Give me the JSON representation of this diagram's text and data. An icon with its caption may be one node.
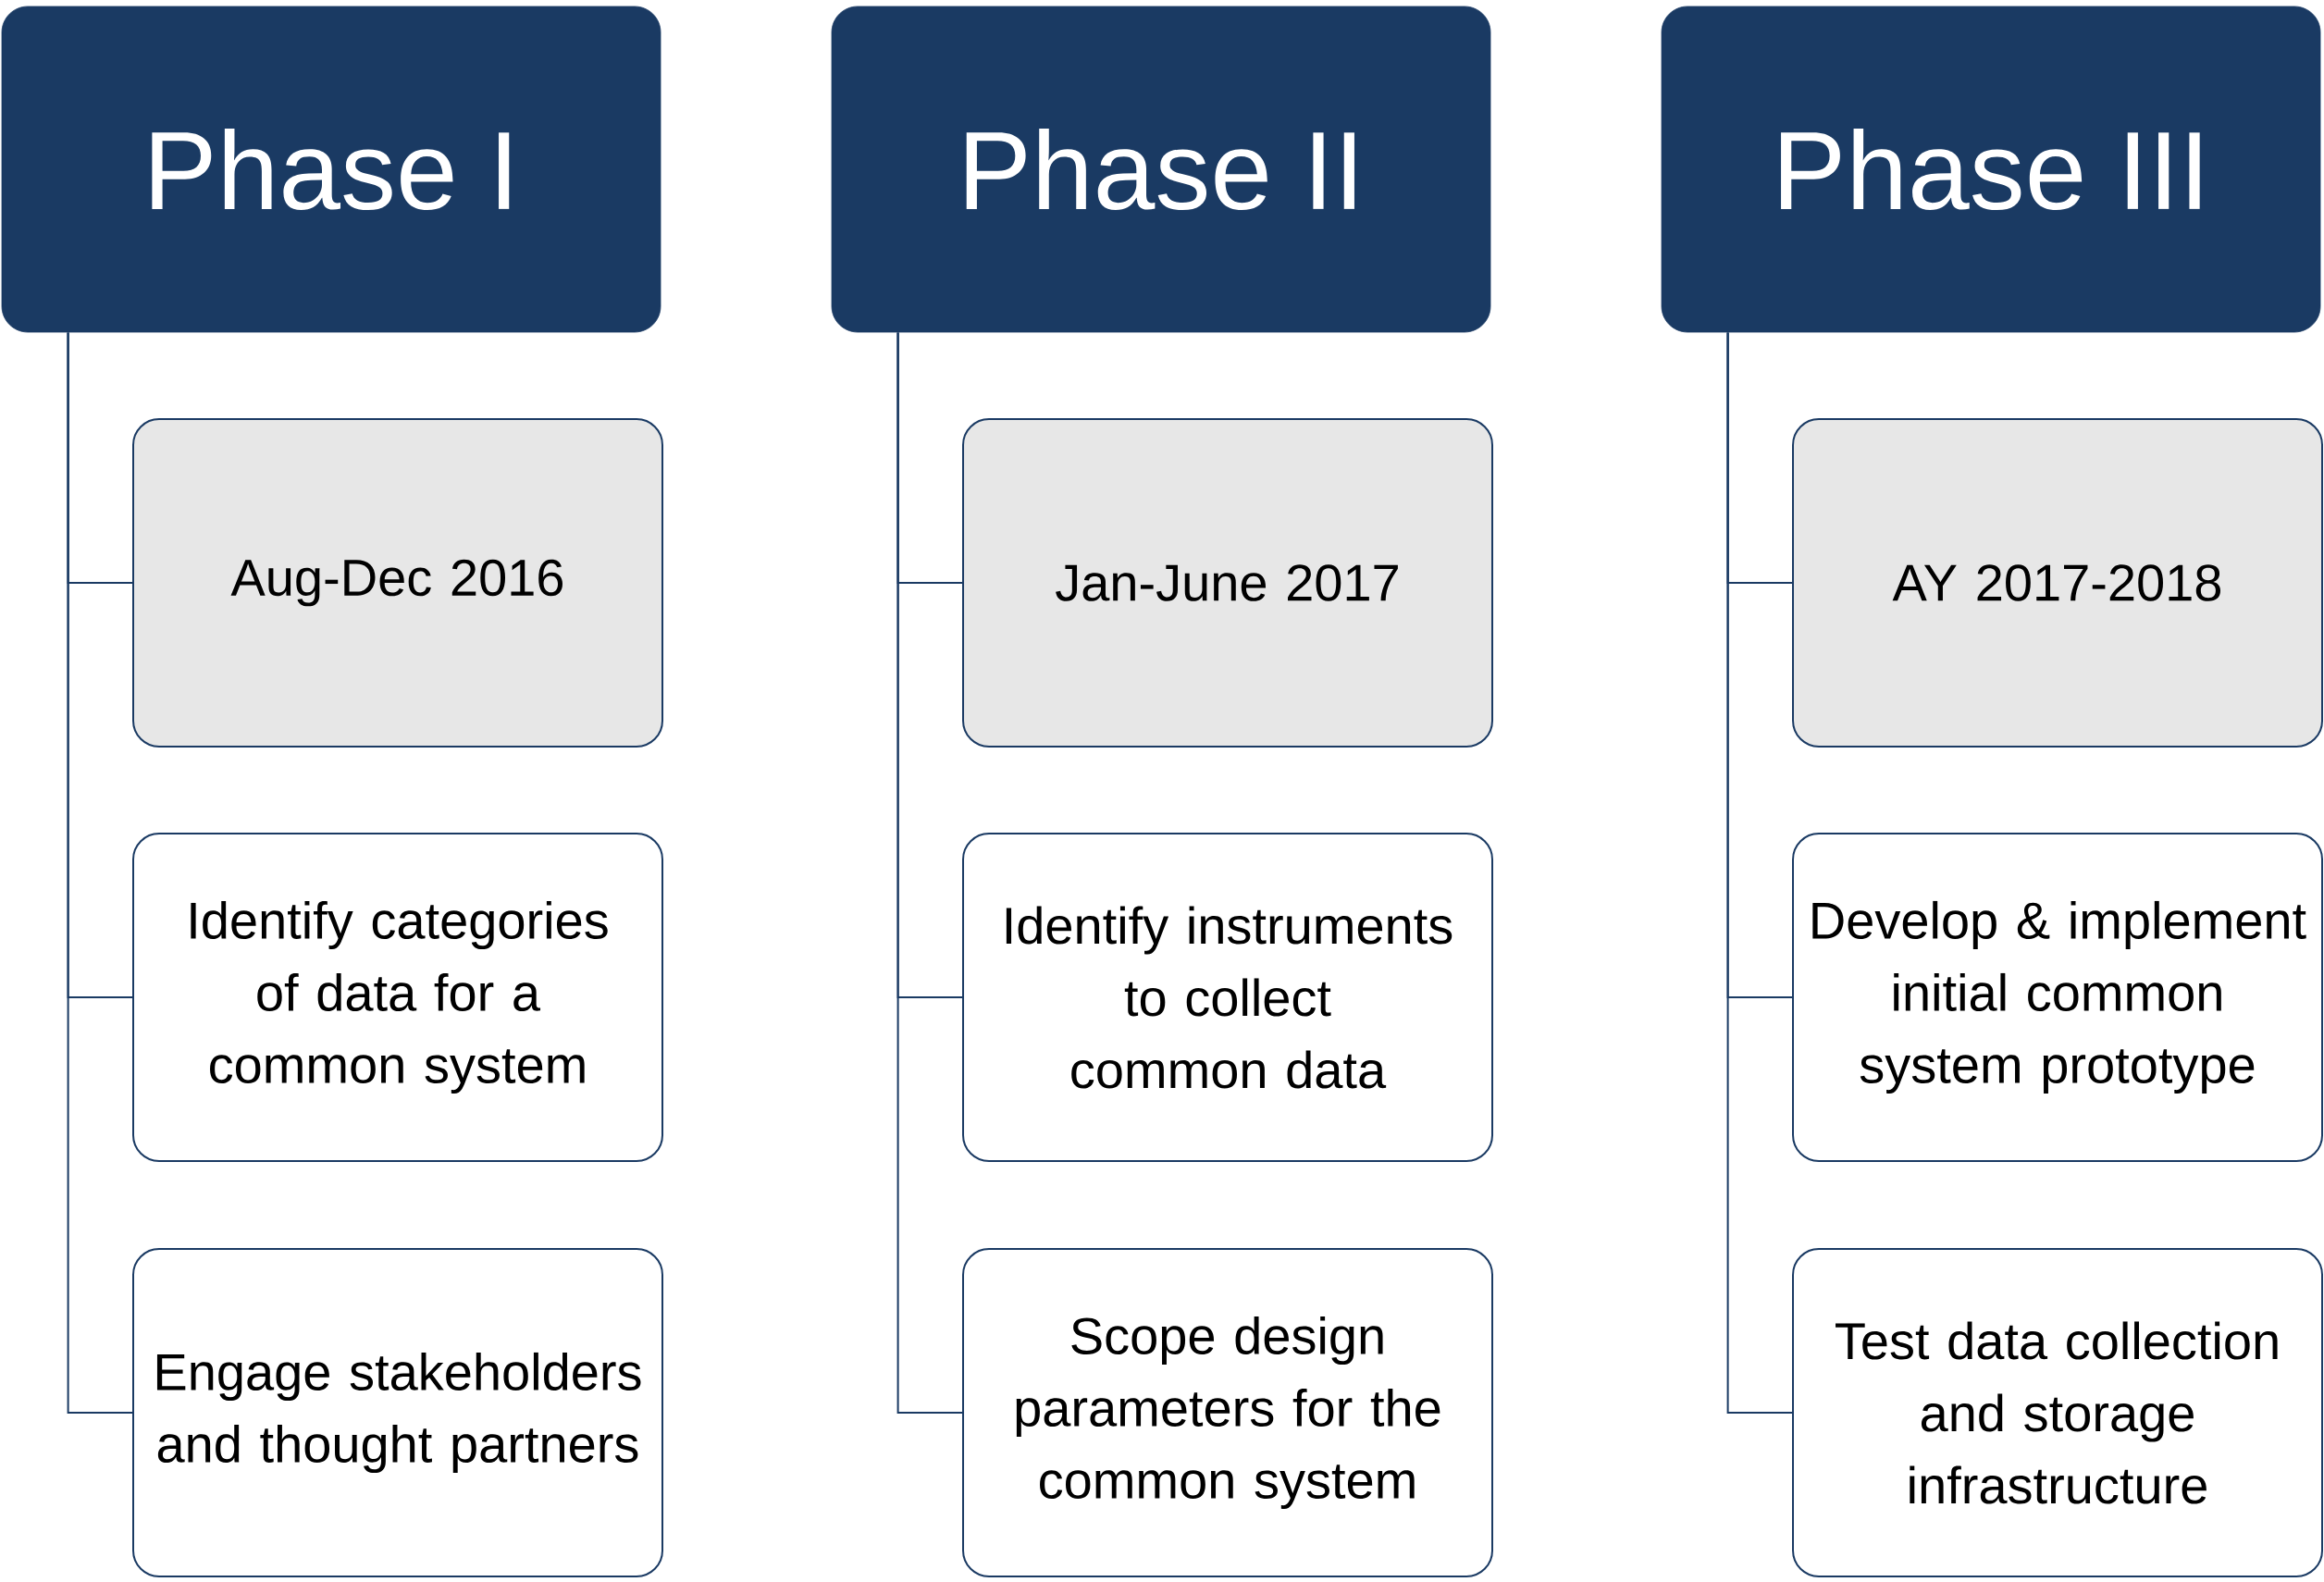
{
  "diagram": {
    "nodes": [
      {
        "text": [
          "Phase I"
        ]
      },
      {
        "text": [
          "Aug-Dec 2016"
        ]
      },
      {
        "text": [
          "Identify categories of data for a common system"
        ]
      },
      {
        "text": [
          "Engage stakeholders and thought partners"
        ]
      },
      {
        "text": [
          "Phase II"
        ]
      },
      {
        "text": [
          "Jan-June 2017"
        ]
      },
      {
        "text": [
          "Identify instruments to collect common data"
        ]
      },
      {
        "text": [
          "Scope design parameters for the common system"
        ]
      },
      {
        "text": [
          "Phase III"
        ]
      },
      {
        "text": [
          "AY 2017-2018"
        ]
      },
      {
        "text": [
          "Develop & implement initial common system prototype"
        ]
      },
      {
        "text": [
          "Test data collection and storage infrastructure"
        ]
      }
    ],
    "edges": [
      {
        "from": 0,
        "to": 1,
        "arrow": "none"
      },
      {
        "from": 0,
        "to": 2,
        "arrow": "none"
      },
      {
        "from": 0,
        "to": 3,
        "arrow": "none"
      },
      {
        "from": 4,
        "to": 5,
        "arrow": "none"
      },
      {
        "from": 4,
        "to": 6,
        "arrow": "none"
      },
      {
        "from": 4,
        "to": 7,
        "arrow": "none"
      },
      {
        "from": 8,
        "to": 9,
        "arrow": "none"
      },
      {
        "from": 8,
        "to": 10,
        "arrow": "none"
      },
      {
        "from": 8,
        "to": 11,
        "arrow": "none"
      }
    ]
  }
}
